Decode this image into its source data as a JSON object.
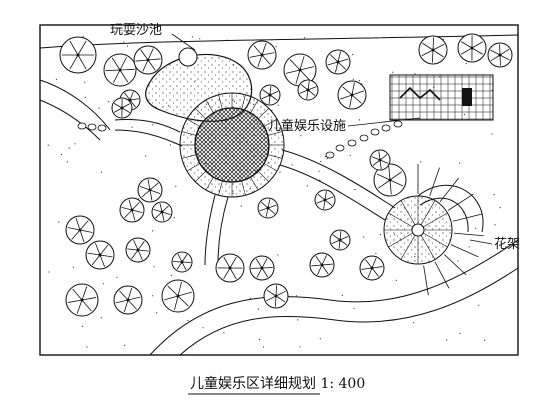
{
  "drawing": {
    "title": "儿童娱乐区详细规划 1: 400",
    "labels": {
      "sandpit": "玩耍沙池",
      "play_facility": "儿童娱乐设施",
      "pergola": "花架"
    }
  },
  "colors": {
    "line": "#111111",
    "paper": "#ffffff",
    "hatch": "#222222"
  }
}
